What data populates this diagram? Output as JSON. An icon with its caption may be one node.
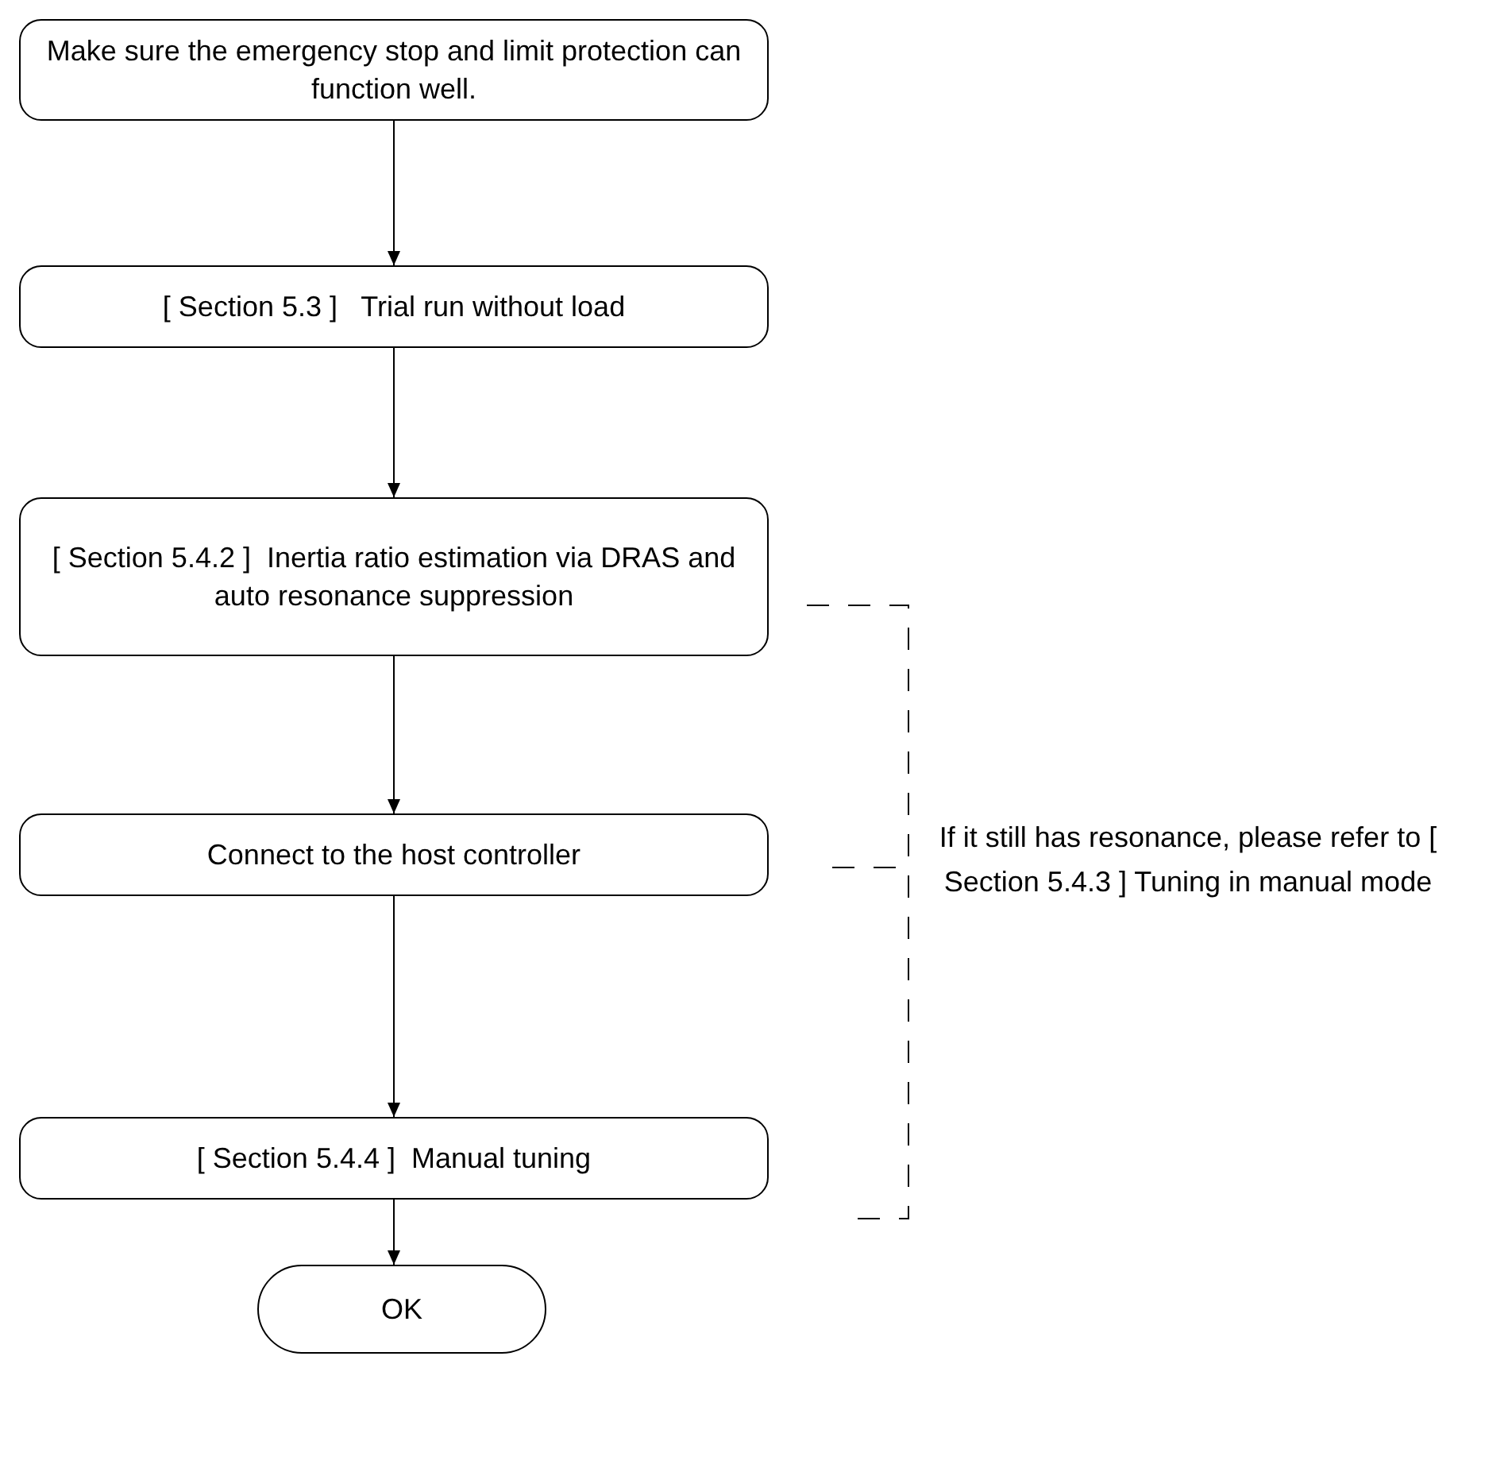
{
  "diagram": {
    "nodes": [
      {
        "text": [
          "Make sure the emergency stop and limit protection can function well."
        ]
      },
      {
        "text": [
          "[ Section 5.3 ]   Trial run without load"
        ]
      },
      {
        "text": [
          "[ Section 5.4.2 ]  Inertia ratio estimation via DRAS and auto resonance suppression"
        ]
      },
      {
        "text": [
          "Connect to the host controller"
        ]
      },
      {
        "text": [
          "[ Section 5.4.4 ]  Manual tuning"
        ]
      },
      {
        "text": [
          "OK"
        ]
      }
    ],
    "edges": [
      {
        "from": 0,
        "to": 1,
        "arrow": "to"
      },
      {
        "from": 1,
        "to": 2,
        "arrow": "to"
      },
      {
        "from": 2,
        "to": 3,
        "arrow": "to"
      },
      {
        "from": 3,
        "to": 4,
        "arrow": "to"
      },
      {
        "from": 4,
        "to": 5,
        "arrow": "to"
      }
    ],
    "labels": [
      "If it still has resonance, please refer to [ Section 5.4.3 ] Tuning in manual mode"
    ]
  }
}
